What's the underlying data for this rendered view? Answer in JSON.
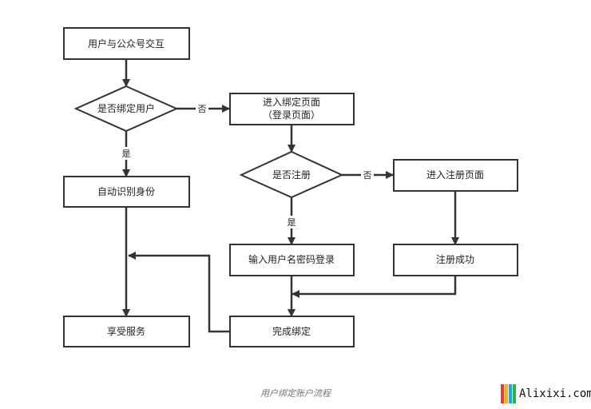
{
  "nodes": {
    "n1": "用户与公众号交互",
    "d1": "是否绑定用户",
    "n2a": "进入绑定页面",
    "n2b": "（登录页面）",
    "n3": "自动识别身份",
    "d2": "是否注册",
    "n4": "进入注册页面",
    "n5": "输入用户名密码登录",
    "n6": "注册成功",
    "n7": "享受服务",
    "n8": "完成绑定"
  },
  "edges": {
    "d1_no": "否",
    "d1_yes": "是",
    "d2_no": "否",
    "d2_yes": "是"
  },
  "caption": "用户绑定账户流程",
  "brand": {
    "text": "Alixixi.com",
    "bar_colors": [
      "#e83e2f",
      "#f6b21a",
      "#22a8e0",
      "#2bb34a"
    ]
  }
}
